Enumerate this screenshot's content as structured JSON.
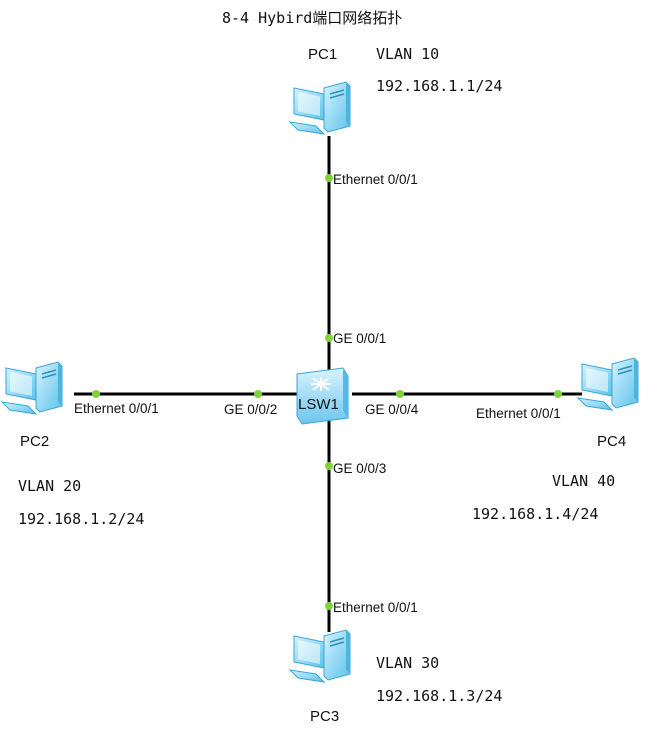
{
  "title": "8-4 Hybird端口网络拓扑",
  "colors": {
    "link": "#000000",
    "port_dot": "#7ed23a",
    "pc_body": "#8fd8f5",
    "switch": "#9fdcf6"
  },
  "switch": {
    "name": "LSW1",
    "icon": "switch-icon"
  },
  "pcs": [
    {
      "name": "PC1",
      "vlan": "VLAN 10",
      "ip": "192.168.1.1/24",
      "pc_port": "Ethernet 0/0/1",
      "switch_port": "GE 0/0/1",
      "icon": "pc-icon"
    },
    {
      "name": "PC2",
      "vlan": "VLAN 20",
      "ip": "192.168.1.2/24",
      "pc_port": "Ethernet 0/0/1",
      "switch_port": "GE 0/0/2",
      "icon": "pc-icon"
    },
    {
      "name": "PC3",
      "vlan": "VLAN 30",
      "ip": "192.168.1.3/24",
      "pc_port": "Ethernet 0/0/1",
      "switch_port": "GE 0/0/3",
      "icon": "pc-icon"
    },
    {
      "name": "PC4",
      "vlan": "VLAN 40",
      "ip": "192.168.1.4/24",
      "pc_port": "Ethernet 0/0/1",
      "switch_port": "GE 0/0/4",
      "icon": "pc-icon"
    }
  ]
}
